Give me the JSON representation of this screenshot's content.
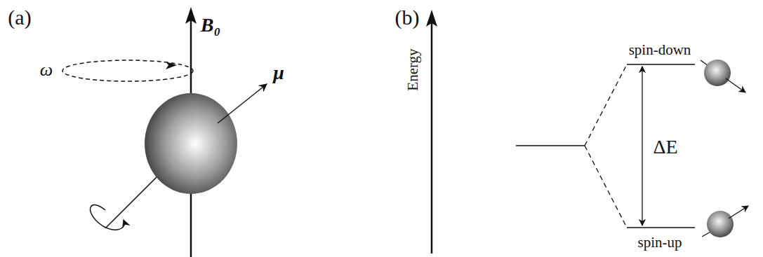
{
  "diagram": {
    "labels": [
      "(a)",
      "B₀",
      "ω",
      "μ",
      "(b)",
      "Energy",
      "spin-down",
      "ΔE",
      "spin-up"
    ]
  }
}
